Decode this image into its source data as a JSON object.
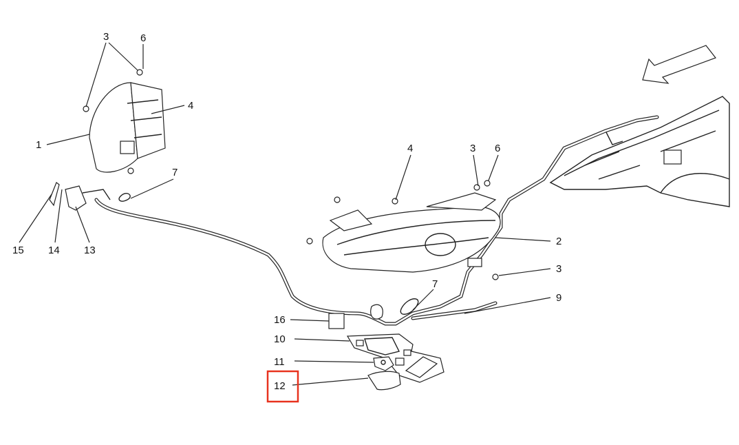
{
  "diagram": {
    "highlight_color": "#e8321e",
    "direction_arrow": "arrow-left-down-icon",
    "callouts": {
      "c1": "1",
      "c2": "2",
      "c3a": "3",
      "c3b": "3",
      "c3c": "3",
      "c4a": "4",
      "c4b": "4",
      "c6a": "6",
      "c6b": "6",
      "c7a": "7",
      "c7b": "7",
      "c9": "9",
      "c10": "10",
      "c11": "11",
      "c12": "12",
      "c13": "13",
      "c14": "14",
      "c15": "15",
      "c16": "16"
    }
  }
}
